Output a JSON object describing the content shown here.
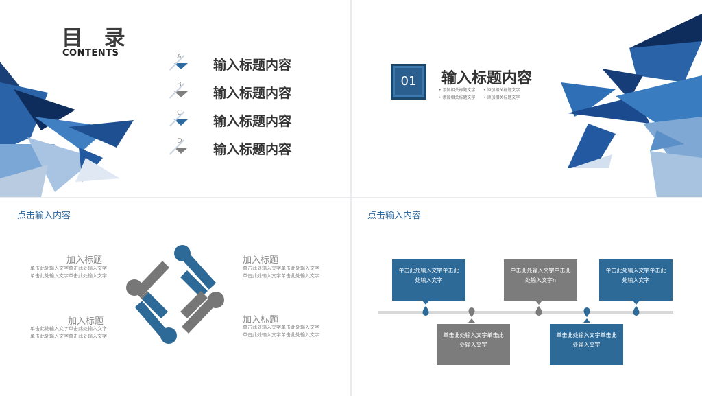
{
  "slide1": {
    "title": "目 录",
    "subtitle": "CONTENTS",
    "items": [
      {
        "letter": "A",
        "text": "输入标题内容",
        "color": "blue"
      },
      {
        "letter": "B",
        "text": "输入标题内容",
        "color": "gray"
      },
      {
        "letter": "C",
        "text": "输入标题内容",
        "color": "blue"
      },
      {
        "letter": "D",
        "text": "输入标题内容",
        "color": "gray"
      }
    ]
  },
  "slide2": {
    "number": "01",
    "title": "输入标题内容",
    "bullets": [
      "• 添加相关标题文字",
      "• 添加相关标题文字",
      "• 添加相关标题文字",
      "• 添加相关标题文字"
    ]
  },
  "slide3": {
    "heading": "点击输入内容",
    "blocks": [
      {
        "title": "加入标题",
        "text": "单击此处输入文字单击此处输入文字\n单击此处输入文字单击此处输入文字"
      },
      {
        "title": "加入标题",
        "text": "单击此处输入文字单击此处输入文字\n单击此处输入文字单击此处输入文字"
      },
      {
        "title": "加入标题",
        "text": "单击此处输入文字单击此处输入文字\n单击此处输入文字单击此处输入文字"
      },
      {
        "title": "加入标题",
        "text": "单击此处输入文字单击此处输入文字\n单击此处输入文字单击此处输入文字"
      }
    ]
  },
  "slide4": {
    "heading": "点击输入内容",
    "boxes": [
      {
        "text": "单击此处输入文字单击此处输入文字",
        "color": "blue"
      },
      {
        "text": "单击此处输入文字单击此处输入文字",
        "color": "gray"
      },
      {
        "text": "单击此处输入文字单击此处输入文字n",
        "color": "gray"
      },
      {
        "text": "单击此处输入文字单击此处输入文字",
        "color": "blue"
      },
      {
        "text": "单击此处输入文字单击此处输入文字",
        "color": "blue"
      }
    ]
  },
  "colors": {
    "blue": "#2e6a97",
    "gray": "#7c7c7c",
    "accent": "#2e6aa0"
  }
}
